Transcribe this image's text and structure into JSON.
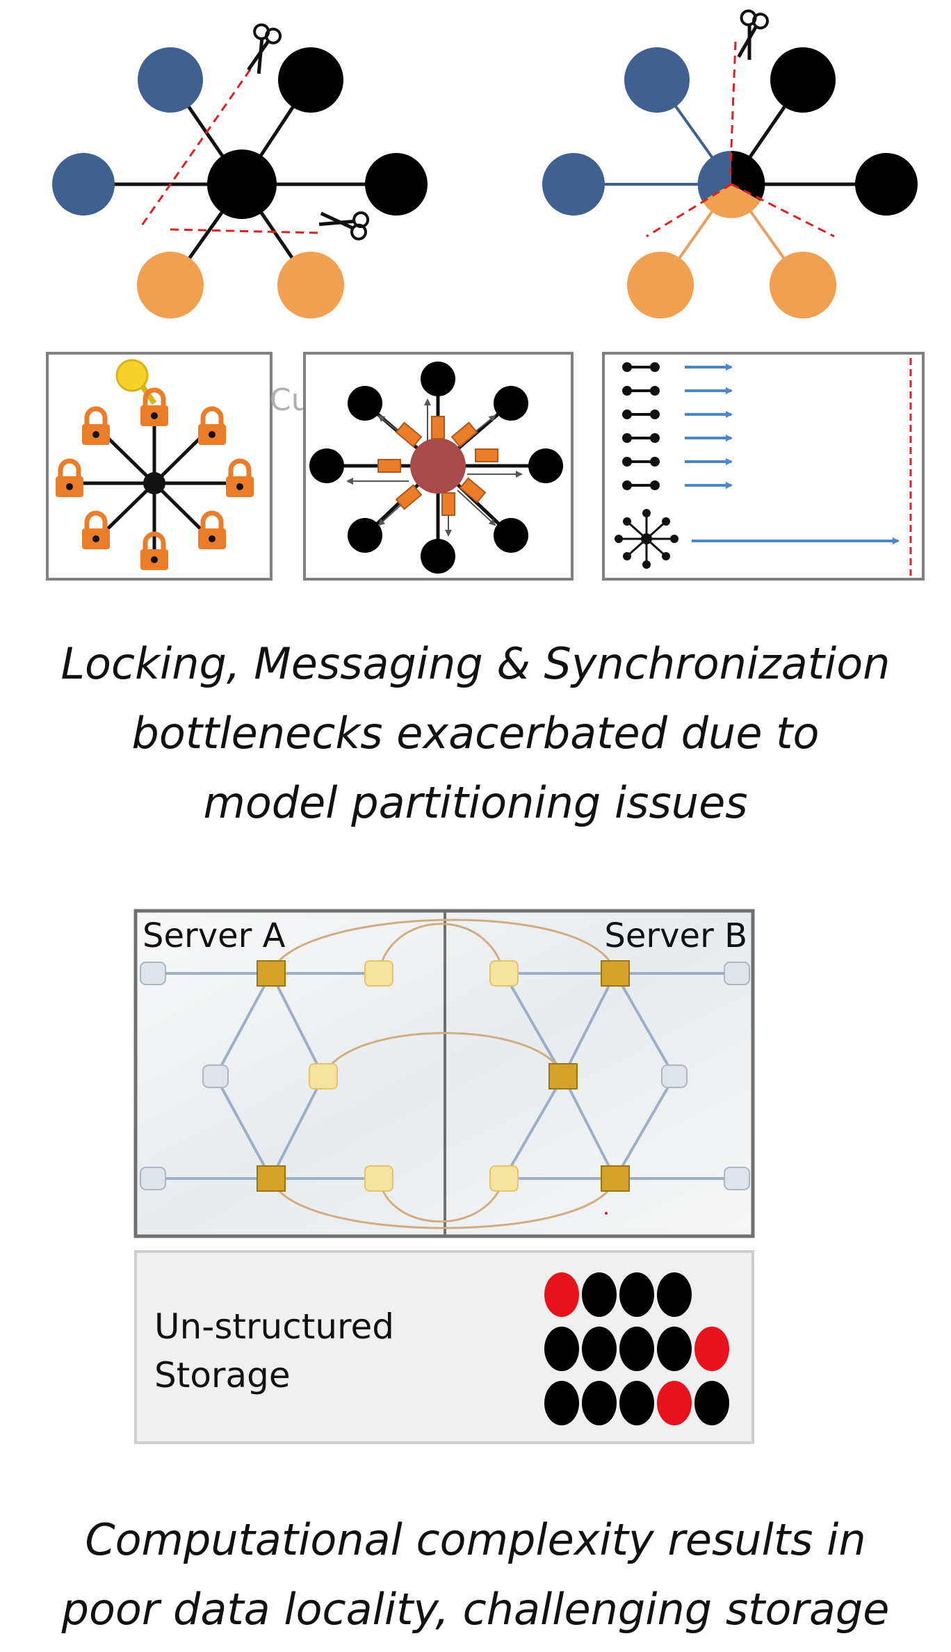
{
  "colors": {
    "blue_node": "#3f6090",
    "black_node": "#000000",
    "orange_node": "#f0a050",
    "cut_line": "#e02020",
    "lock_orange": "#ea7d2a",
    "lock_key": "#f5d12a",
    "msg_center": "#a84a4a",
    "arrow_blue": "#4a86c8",
    "server_node": "#d4a228",
    "ghost_node": "#f5e4a0",
    "red_block": "#e8121c"
  },
  "icons": [
    "scissors-icon",
    "lock-icon",
    "key-icon",
    "message-icon"
  ],
  "caption1": {
    "line1": "Locking, Messaging & Synchronization",
    "line2": "bottlenecks exacerbated due to",
    "line3": "model partitioning issues"
  },
  "partial_label": "Cu",
  "server": {
    "a_label": "Server A",
    "b_label": "Server B"
  },
  "storage": {
    "line1": "Un-structured",
    "line2": "Storage"
  },
  "caption2": {
    "line1": "Computational complexity results in",
    "line2": "poor data locality, challenging storage"
  }
}
